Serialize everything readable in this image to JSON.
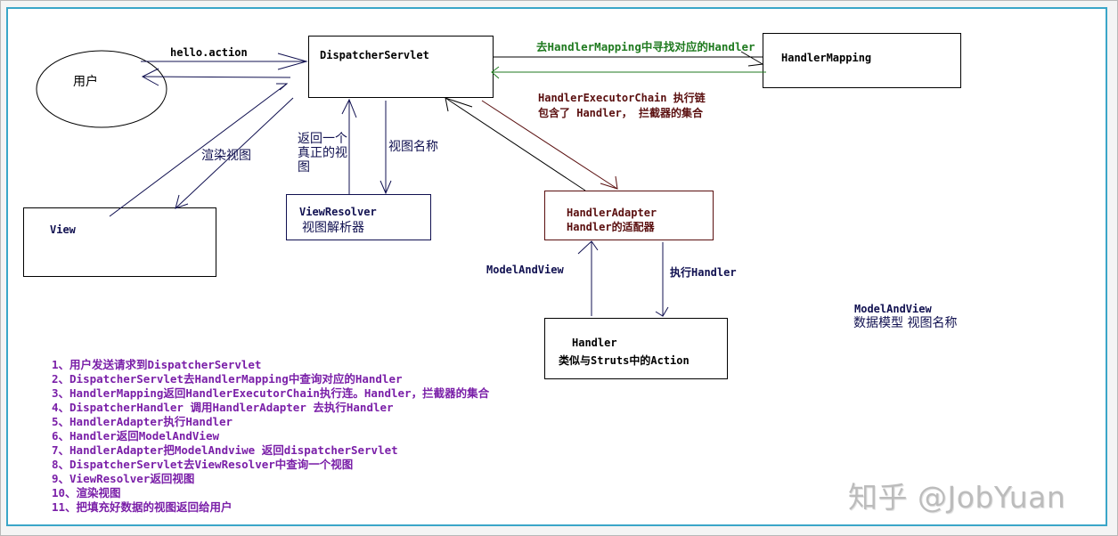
{
  "nodes": {
    "user": {
      "label": "用户"
    },
    "dispatcher_servlet": {
      "label": "DispatcherServlet"
    },
    "handler_mapping": {
      "label": "HandlerMapping"
    },
    "view": {
      "label": "View"
    },
    "view_resolver": {
      "label": "ViewResolver",
      "sublabel": "视图解析器"
    },
    "handler_adapter": {
      "label": "HandlerAdapter",
      "sublabel": "Handler的适配器"
    },
    "handler": {
      "label": "Handler",
      "sublabel": "类似与Struts中的Action"
    }
  },
  "edges": {
    "user_to_dispatcher": {
      "label": "hello.action"
    },
    "dispatcher_to_mapping": {
      "label": "去HandlerMapping中寻找对应的Handler"
    },
    "mapping_return": {
      "line1": "HandlerExecutorChain 执行链",
      "line2": "包含了 Handler， 拦截器的集合"
    },
    "render_view": {
      "label": "渲染视图"
    },
    "resolver_return": {
      "label": "返回一个\n真正的视\n图",
      "line1": "返回一个",
      "line2": "真正的视",
      "line3": "图"
    },
    "view_name": {
      "label": "视图名称"
    },
    "adapter_modelandview": {
      "label": "ModelAndView"
    },
    "adapter_execute": {
      "label": "执行Handler"
    }
  },
  "note": {
    "title": "ModelAndView",
    "text": "数据模型 视图名称"
  },
  "steps": [
    "1、用户发送请求到DispatcherServlet",
    "2、DispatcherServlet去HandlerMapping中查询对应的Handler",
    "3、HandlerMapping返回HandlerExecutorChain执行连。Handler，拦截器的集合",
    "4、DispatcherHandler 调用HandlerAdapter 去执行Handler",
    "5、HandlerAdapter执行Handler",
    "6、Handler返回ModelAndView",
    "7、HandlerAdapter把ModelAndviwe 返回dispatcherServlet",
    "8、DispatcherServlet去ViewResolver中查询一个视图",
    "9、ViewResolver返回视图",
    "10、渲染视图",
    "11、把填充好数据的视图返回给用户"
  ],
  "watermark": "知乎 @JobYuan",
  "colors": {
    "frame": "#3aa6c8",
    "mapping_edge": "#1f7a1f",
    "adapter": "#5a0f0f",
    "steps": "#7a1fa8",
    "navy": "#101050"
  }
}
